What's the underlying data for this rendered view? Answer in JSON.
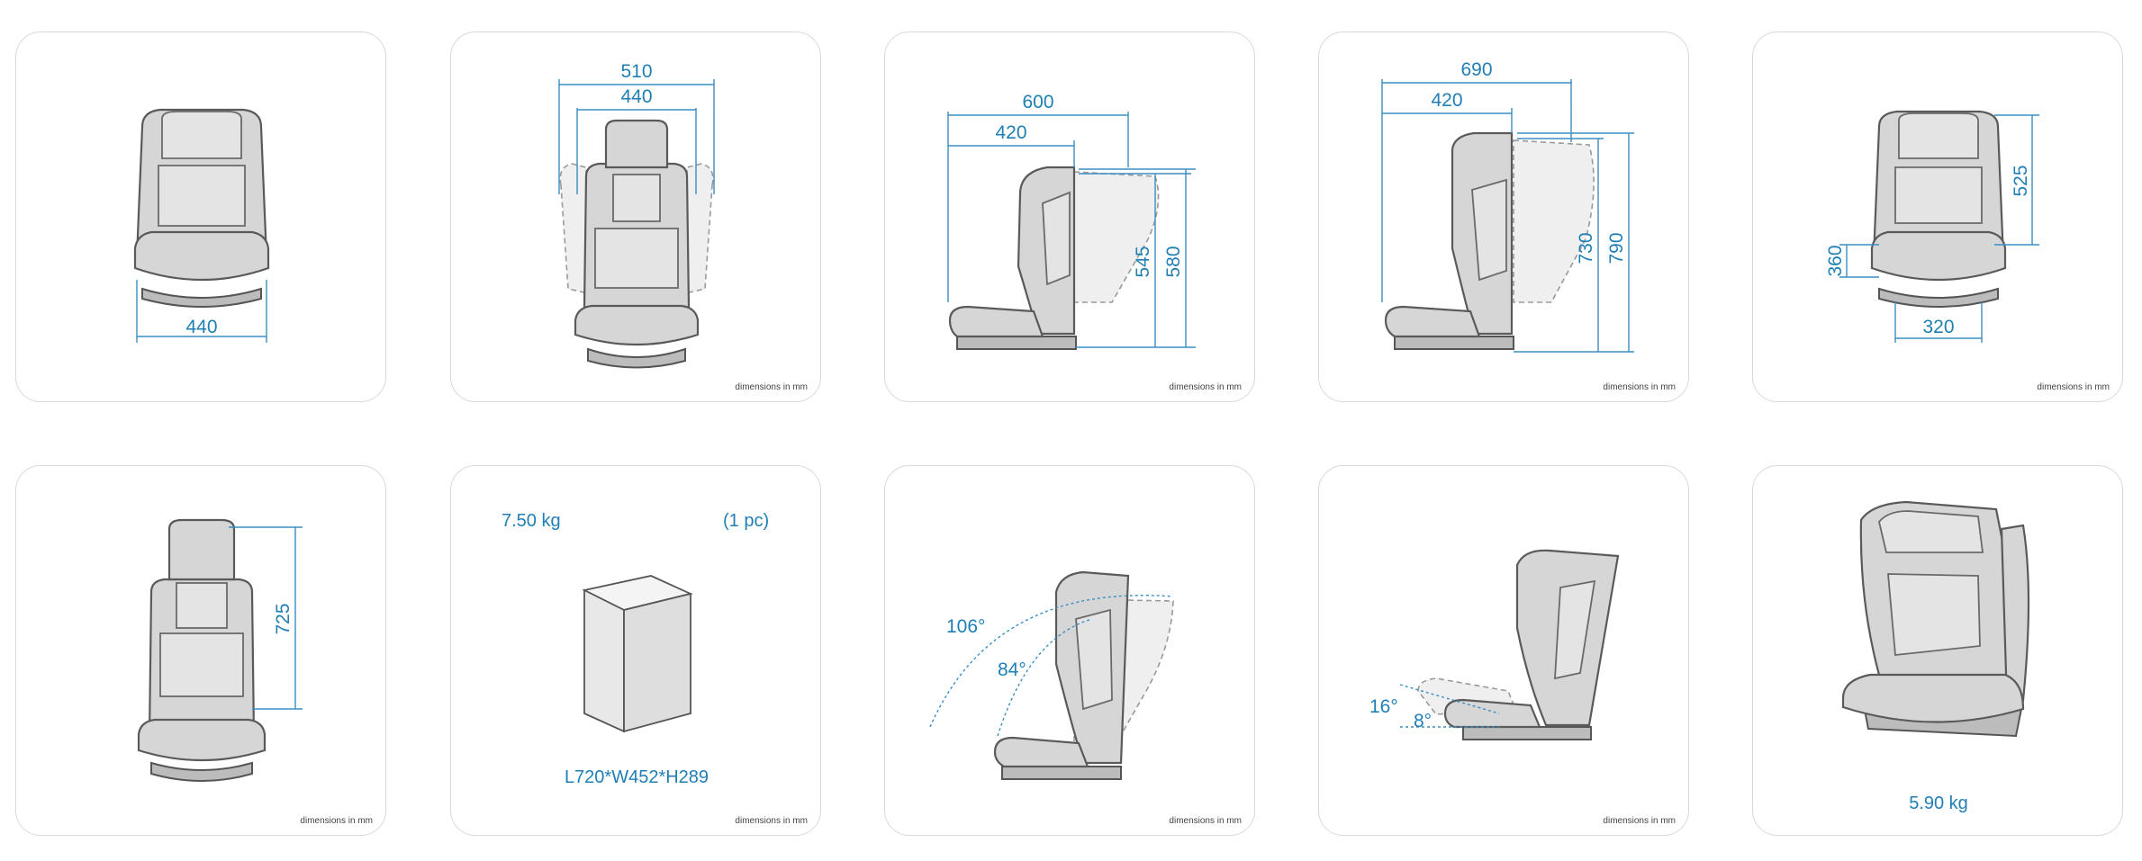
{
  "dims": {
    "c1_w": "440",
    "c2_outer": "510",
    "c2_inner": "440",
    "c3_depth_outer": "600",
    "c3_depth_inner": "420",
    "c3_h1": "545",
    "c3_h2": "580",
    "c4_depth_outer": "690",
    "c4_depth_inner": "420",
    "c4_h1": "730",
    "c4_h2": "790",
    "c5_back": "525",
    "c5_seat_h": "360",
    "c5_seat_w": "320",
    "c6_h": "725",
    "c8_angle_big": "106°",
    "c8_angle_small": "84°",
    "c9_angle_big": "16°",
    "c9_angle_small": "8°"
  },
  "package": {
    "weight": "7.50 kg",
    "qty": "(1 pc)",
    "size": "L720*W452*H289"
  },
  "product_weight": "5.90 kg",
  "note": "dimensions in mm",
  "colors": {
    "accent": "#1f7fb5",
    "border": "#d9d9d9",
    "seat": "#d6d6d6"
  }
}
